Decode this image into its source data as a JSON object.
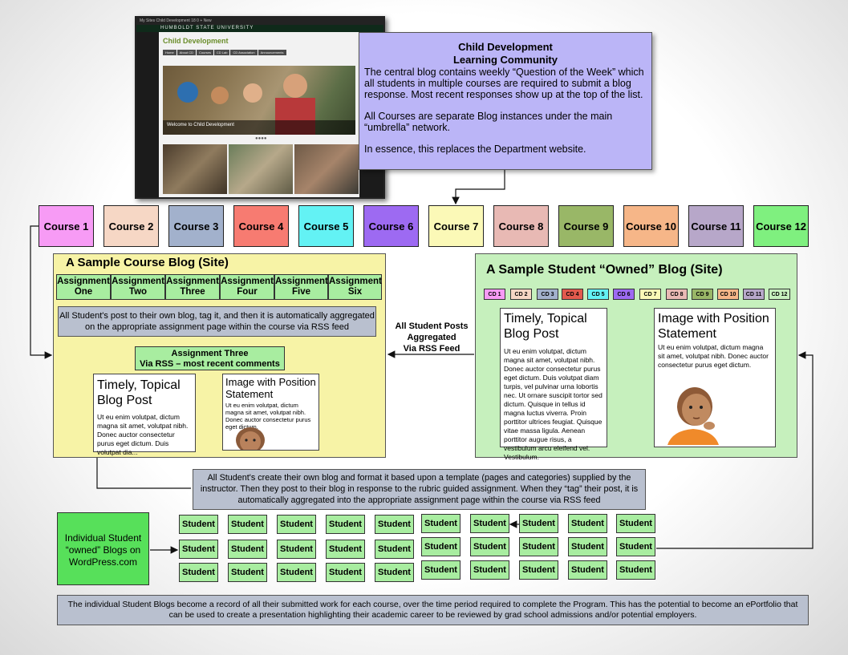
{
  "screenshot": {
    "admin_bar": "My Sites   Child Development   18   0   + New",
    "university": "HUMBOLDT STATE UNIVERSITY",
    "site_title": "Child Development",
    "nav": [
      "Home",
      "About CD",
      "Courses",
      "CD Lab",
      "CD Association",
      "Announcements"
    ],
    "hero_caption": "Welcome to Child Development"
  },
  "info": {
    "title_line1": "Child Development",
    "title_line2": "Learning Community",
    "para1": "The central blog contains weekly “Question of the Week” which all students in multiple courses are required to submit a blog response. Most recent responses show up at the top of the list.",
    "para2": "All Courses are separate Blog instances under the main “umbrella” network.",
    "para3": "In essence, this replaces the Department website."
  },
  "courses": [
    {
      "label": "Course 1",
      "color": "#f79bf5"
    },
    {
      "label": "Course 2",
      "color": "#f6d7c5"
    },
    {
      "label": "Course 3",
      "color": "#a2b1cc"
    },
    {
      "label": "Course 4",
      "color": "#f77b71"
    },
    {
      "label": "Course 5",
      "color": "#63f2f4"
    },
    {
      "label": "Course 6",
      "color": "#9d6af2"
    },
    {
      "label": "Course 7",
      "color": "#fbf9b7"
    },
    {
      "label": "Course 8",
      "color": "#e8b9b4"
    },
    {
      "label": "Course 9",
      "color": "#99b767"
    },
    {
      "label": "Course 10",
      "color": "#f6b688"
    },
    {
      "label": "Course 11",
      "color": "#b7a7c9"
    },
    {
      "label": "Course 12",
      "color": "#7ff07f"
    }
  ],
  "course_blog": {
    "title": "A Sample Course Blog (Site)",
    "assignments": [
      {
        "line1": "Assignment",
        "line2": "One"
      },
      {
        "line1": "Assignment",
        "line2": "Two"
      },
      {
        "line1": "Assignment",
        "line2": "Three"
      },
      {
        "line1": "Assignment",
        "line2": "Four"
      },
      {
        "line1": "Assignment",
        "line2": "Five"
      },
      {
        "line1": "Assignment",
        "line2": "Six"
      }
    ],
    "note": "All Student's post to their own blog, tag it, and then it is automatically aggregated on the appropriate assignment page within the course via RSS feed",
    "rss_box_line1": "Assignment Three",
    "rss_box_line2": "Via RSS – most recent comments",
    "card1_title": "Timely, Topical Blog Post",
    "card1_text": "Ut eu enim volutpat, dictum magna sit amet, volutpat nibh. Donec auctor consectetur purus eget dictum. Duis volutpat dia...",
    "card2_title": "Image with Position Statement",
    "card2_text": "Ut eu enim volutpat, dictum magna sit amet, volutpat nibh. Donec auctor consectetur purus eget dictum."
  },
  "aggregation_label": {
    "line1": "All Student Posts",
    "line2": "Aggregated",
    "line3": "Via RSS Feed"
  },
  "student_blog": {
    "title": "A Sample Student “Owned” Blog (Site)",
    "cd_tags": [
      {
        "label": "CD 1",
        "color": "#f79bf5"
      },
      {
        "label": "CD 2",
        "color": "#f6d7c5"
      },
      {
        "label": "CD 3",
        "color": "#a2b1cc"
      },
      {
        "label": "CD 4",
        "color": "#e25a4d"
      },
      {
        "label": "CD 5",
        "color": "#63f2f4"
      },
      {
        "label": "CD 6",
        "color": "#9d6af2"
      },
      {
        "label": "CD 7",
        "color": "#fbf9b7"
      },
      {
        "label": "CD 8",
        "color": "#e8b9b4"
      },
      {
        "label": "CD 9",
        "color": "#99b767"
      },
      {
        "label": "CD 10",
        "color": "#f6b688"
      },
      {
        "label": "CD 11",
        "color": "#b7a7c9"
      },
      {
        "label": "CD 12",
        "color": "#c6f0bd"
      }
    ],
    "card1_title": "Timely, Topical Blog Post",
    "card1_text": "Ut eu enim volutpat, dictum magna sit amet, volutpat nibh. Donec auctor consectetur purus eget dictum. Duis volutpat diam turpis, vel pulvinar urna lobortis nec. Ut ornare suscipit tortor sed dictum. Quisque in tellus id magna luctus viverra. Proin porttitor ultrices feugiat. Quisque vitae massa ligula. Aenean porttitor augue risus, a vestibulum arcu eleifend vel. Vestibulum.",
    "card2_title": "Image with Position Statement",
    "card2_text": "Ut eu enim volutpat, dictum magna sit amet, volutpat nibh. Donec auctor consectetur purus eget dictum."
  },
  "template_note": "All Student's create their own blog and format it based upon a template (pages and categories) supplied by the instructor. Then they post to their blog in response to the rubric guided assignment. When they “tag” their post, it is automatically aggregated into the appropriate assignment page within the course via RSS feed",
  "individual_box": {
    "line1": "Individual Student",
    "line2": "“owned” Blogs on",
    "line3": "WordPress.com"
  },
  "student_label": "Student",
  "bottom_note": "The individual Student Blogs become a record of all their submitted work for each course, over the time period required to complete the Program. This has the potential to become an ePortfolio that can be used to create a presentation highlighting their academic career to be reviewed by grad school admissions and/or potential employers."
}
